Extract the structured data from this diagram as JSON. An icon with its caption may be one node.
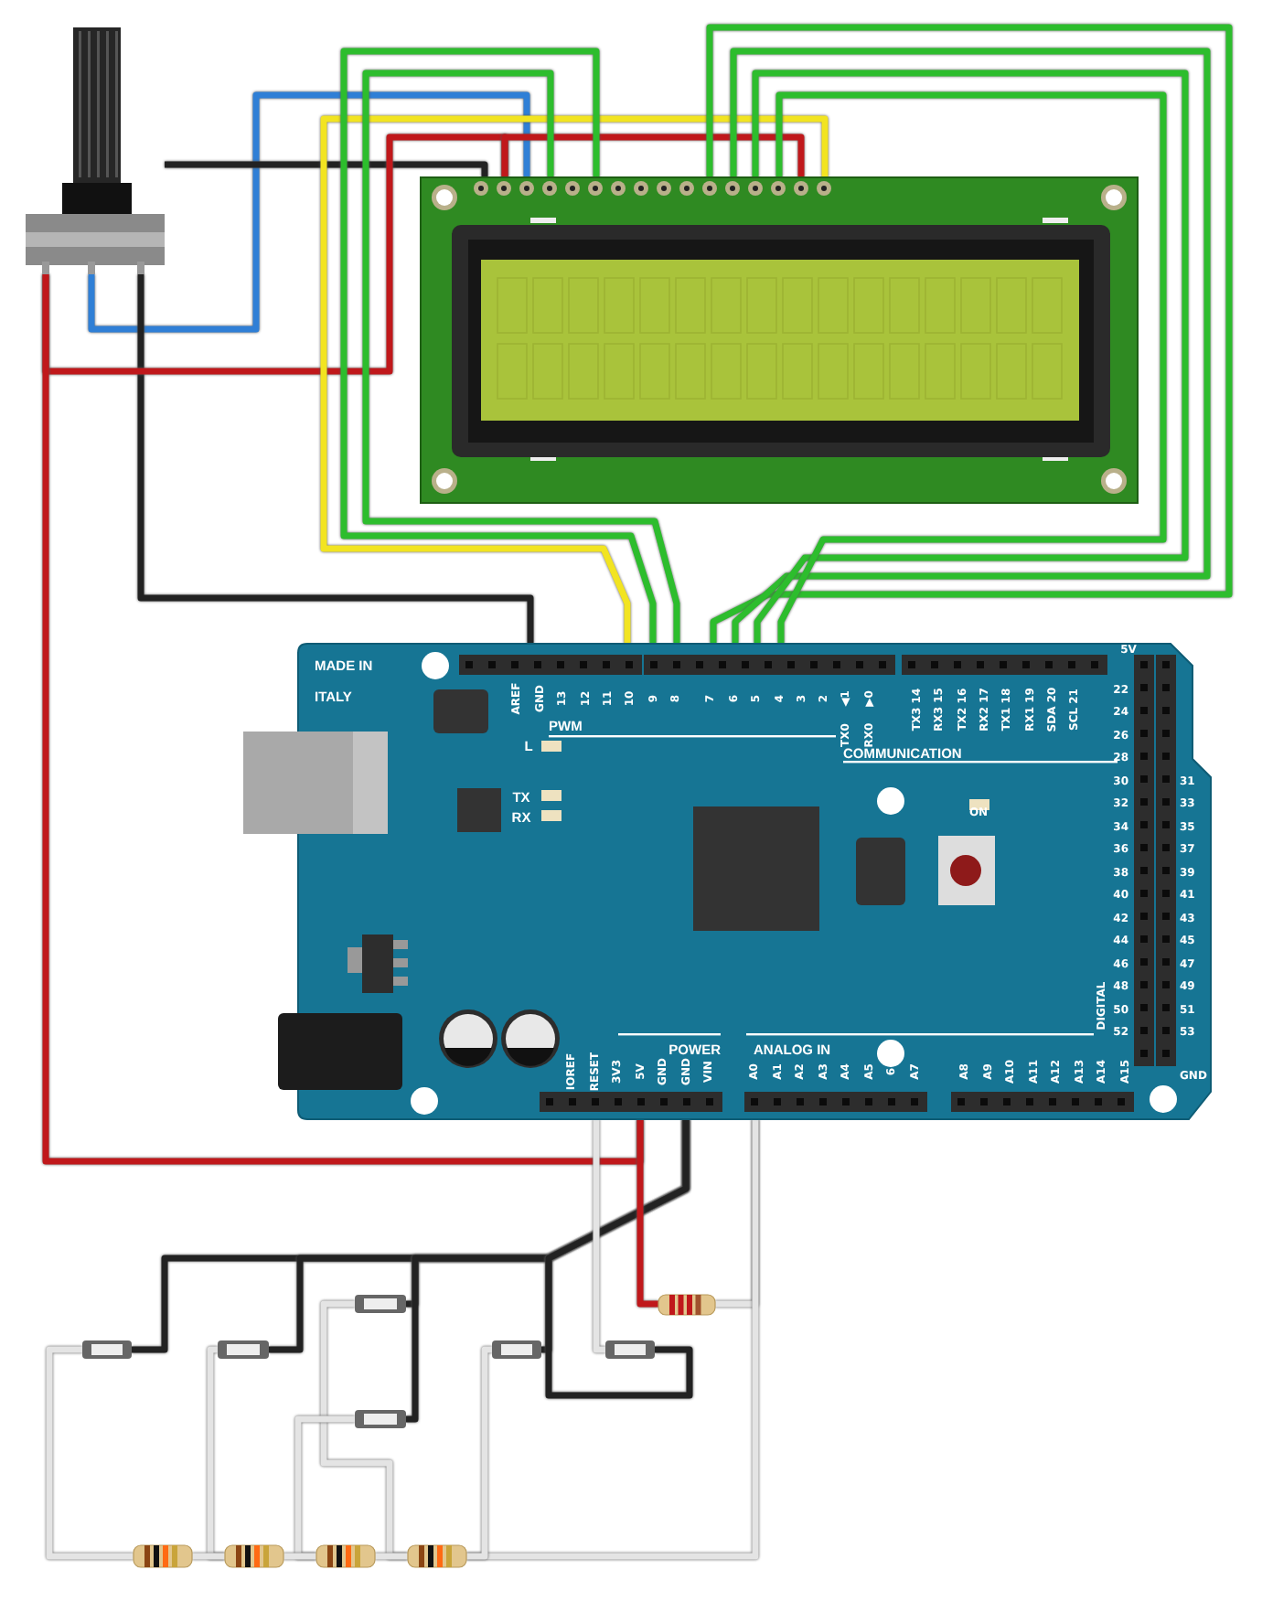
{
  "diagram": {
    "nodes": [
      {
        "text": [],
        "shape": "picture"
      },
      {
        "text": [],
        "shape": "picture"
      },
      {
        "text": [],
        "shape": "picture"
      },
      {
        "text": [],
        "shape": "picture"
      },
      {
        "text": [],
        "shape": "picture"
      },
      {
        "text": [],
        "shape": "picture"
      },
      {
        "text": [],
        "shape": "picture"
      },
      {
        "text": [],
        "shape": "picture"
      },
      {
        "text": [],
        "shape": "picture"
      },
      {
        "text": [],
        "shape": "picture"
      },
      {
        "text": [],
        "shape": "picture"
      },
      {
        "text": [],
        "shape": "picture"
      },
      {
        "text": [],
        "shape": "picture"
      },
      {
        "text": [],
        "shape": "picture"
      }
    ],
    "edges": [
      {
        "from": 0,
        "to": 1,
        "arrow": "none",
        "color": "#2f7fd6"
      },
      {
        "from": 0,
        "to": 1,
        "arrow": "none",
        "color": "#222222"
      },
      {
        "from": 0,
        "to": 2,
        "arrow": "none",
        "color": "#222222"
      },
      {
        "from": 0,
        "to": 1,
        "arrow": "none",
        "color": "#c0181b"
      },
      {
        "from": 0,
        "to": 2,
        "arrow": "none",
        "color": "#c0181b"
      },
      {
        "from": 1,
        "to": 1,
        "arrow": "none",
        "color": "#c0181b"
      },
      {
        "from": 1,
        "to": 2,
        "arrow": "none",
        "color": "#f2e421"
      },
      {
        "from": 1,
        "to": 2,
        "arrow": "none",
        "color": "#2dbd2d"
      },
      {
        "from": 1,
        "to": 2,
        "arrow": "none",
        "color": "#2dbd2d"
      },
      {
        "from": 1,
        "to": 2,
        "arrow": "none",
        "color": "#2dbd2d"
      },
      {
        "from": 1,
        "to": 2,
        "arrow": "none",
        "color": "#2dbd2d"
      },
      {
        "from": 1,
        "to": 2,
        "arrow": "none",
        "color": "#2dbd2d"
      },
      {
        "from": 1,
        "to": 2,
        "arrow": "none",
        "color": "#2dbd2d"
      },
      {
        "from": 2,
        "to": 5,
        "arrow": "none",
        "color": "#222222"
      },
      {
        "from": 2,
        "to": 6,
        "arrow": "none",
        "color": "#222222"
      },
      {
        "from": 2,
        "to": 3,
        "arrow": "none",
        "color": "#222222"
      },
      {
        "from": 2,
        "to": 9,
        "arrow": "none",
        "color": "#222222"
      },
      {
        "from": 2,
        "to": 7,
        "arrow": "none",
        "color": "#222222"
      },
      {
        "from": 2,
        "to": 8,
        "arrow": "none",
        "color": "#222222"
      },
      {
        "from": 2,
        "to": 4,
        "arrow": "none",
        "color": "#c0181b"
      },
      {
        "from": 4,
        "to": 2,
        "arrow": "none"
      },
      {
        "from": 13,
        "to": 2,
        "arrow": "none"
      },
      {
        "from": 8,
        "to": 2,
        "arrow": "none"
      },
      {
        "from": 5,
        "to": 10,
        "arrow": "none"
      },
      {
        "from": 6,
        "to": 11,
        "arrow": "none"
      },
      {
        "from": 3,
        "to": 13,
        "arrow": "none"
      },
      {
        "from": 9,
        "to": 12,
        "arrow": "none"
      },
      {
        "from": 7,
        "to": 13,
        "arrow": "none"
      },
      {
        "from": 10,
        "to": 11,
        "arrow": "none"
      },
      {
        "from": 11,
        "to": 12,
        "arrow": "none"
      },
      {
        "from": 12,
        "to": 13,
        "arrow": "none"
      }
    ],
    "labels": [
      "MADE IN",
      "ITALY",
      "AREF",
      "GND",
      "13",
      "12",
      "11",
      "10",
      "9",
      "8",
      "7",
      "6",
      "5",
      "4",
      "3",
      "2",
      "◀1",
      "▶0",
      "TX0",
      "RX0",
      "TX3 14",
      "RX3 15",
      "TX2 16",
      "RX2 17",
      "TX1 18",
      "RX1 19",
      "SDA 20",
      "SCL 21",
      "5V",
      "PWM",
      "L",
      "COMMUNICATION",
      "ON",
      "TX",
      "RX",
      "22",
      "24",
      "26",
      "28",
      "30",
      "32",
      "34",
      "36",
      "38",
      "40",
      "42",
      "44",
      "46",
      "48",
      "50",
      "52",
      "31",
      "33",
      "35",
      "37",
      "39",
      "41",
      "43",
      "45",
      "47",
      "49",
      "51",
      "53",
      "DIGITAL",
      "GND",
      "POWER",
      "ANALOG IN",
      "IOREF",
      "RESET",
      "3V3",
      "5V",
      "GND",
      "GND",
      "VIN",
      "A0",
      "A1",
      "A2",
      "A3",
      "A4",
      "A5",
      "6",
      "A7",
      "A8",
      "A9",
      "A10",
      "A11",
      "A12",
      "A13",
      "A14",
      "A15"
    ]
  }
}
